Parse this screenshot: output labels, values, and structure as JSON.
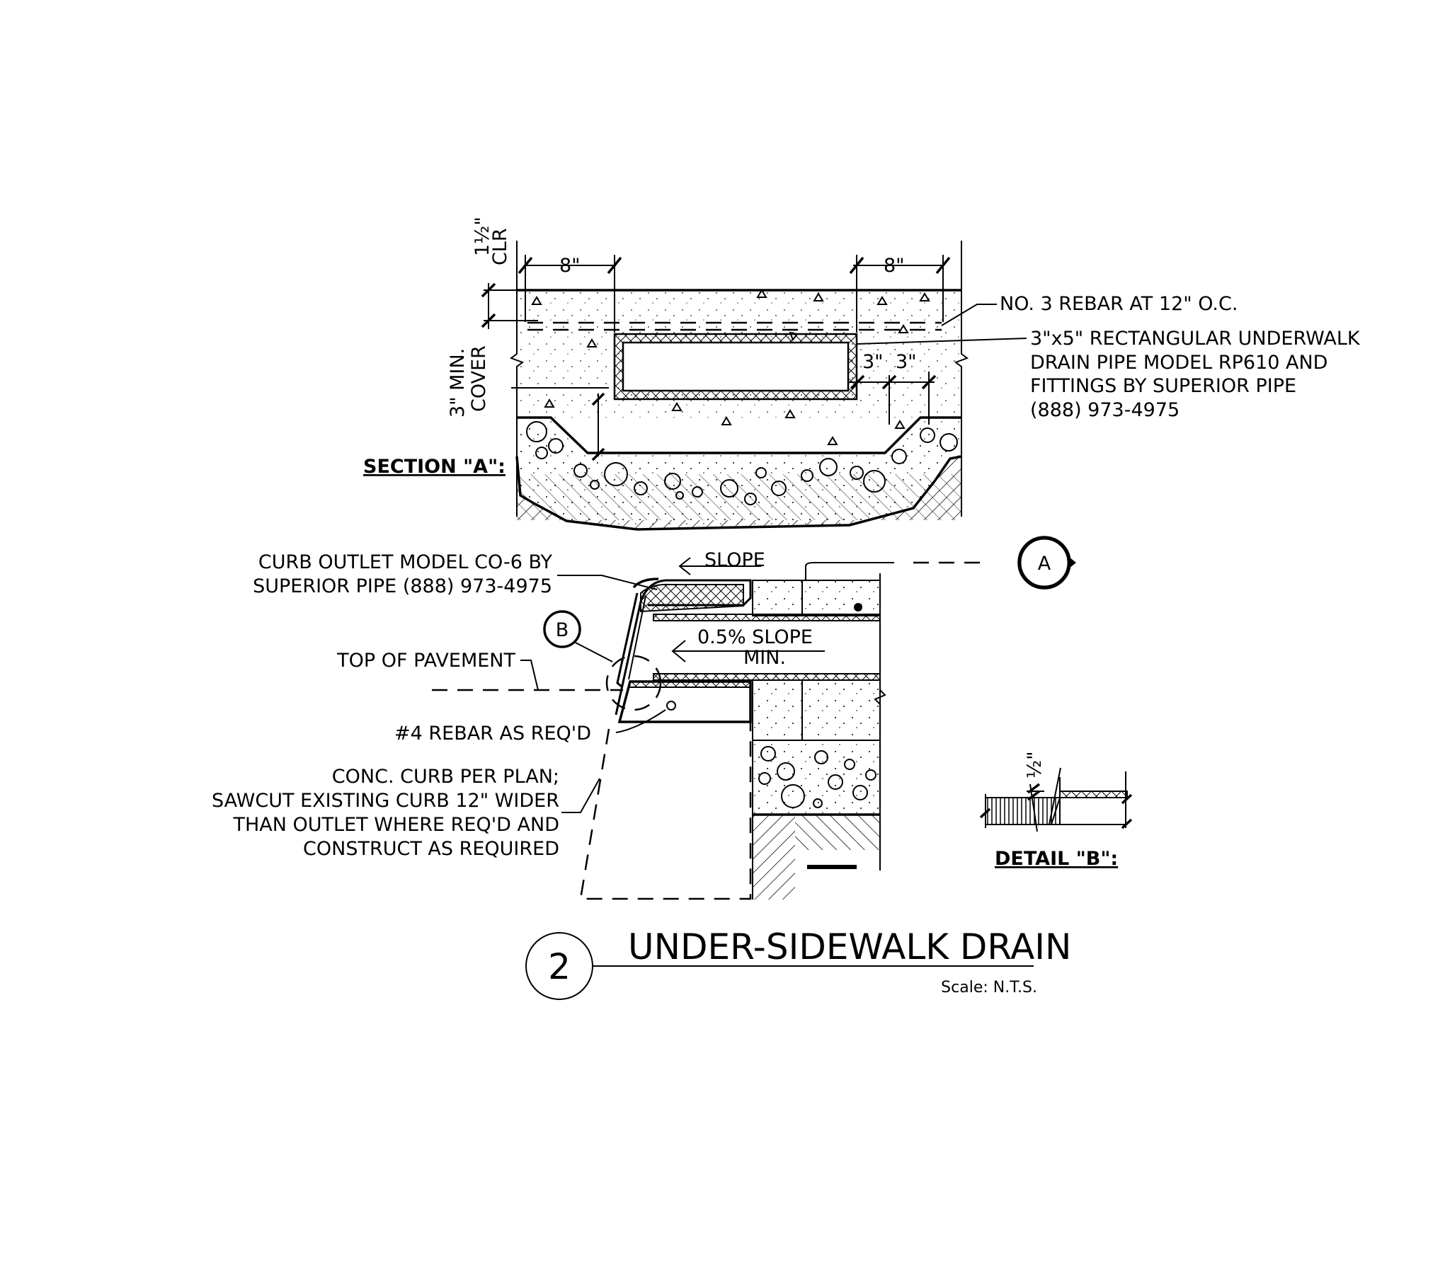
{
  "title": {
    "detail_number": "2",
    "name": "UNDER-SIDEWALK DRAIN",
    "scale": "Scale: N.T.S."
  },
  "section_a": {
    "heading": "SECTION \"A\":",
    "dim_left_top": "8\"",
    "dim_right_top": "8\"",
    "clear_dim_fraction": "1½\"",
    "clear_dim_label": "CLR",
    "cover_label_line1": "3\" MIN.",
    "cover_label_line2": "COVER",
    "dim_3a": "3\"",
    "dim_3b": "3\"",
    "rebar_note": "NO. 3 REBAR AT 12\" O.C.",
    "pipe_note": [
      "3\"x5\" RECTANGULAR UNDERWALK",
      "DRAIN PIPE MODEL RP610 AND",
      "FITTINGS BY SUPERIOR PIPE",
      "(888) 973-4975"
    ]
  },
  "elevation": {
    "curb_outlet_note": [
      "CURB OUTLET MODEL CO-6 BY",
      "SUPERIOR PIPE (888) 973-4975"
    ],
    "slope_top": "SLOPE",
    "slope_main_1": "0.5% SLOPE",
    "slope_main_2": "MIN.",
    "section_marker": "A",
    "detail_marker": "B",
    "pavement_label": "TOP OF PAVEMENT",
    "rebar_label": "#4 REBAR AS REQ'D",
    "curb_note": [
      "CONC. CURB PER PLAN;",
      "SAWCUT EXISTING CURB 12\" WIDER",
      "THAN OUTLET WHERE REQ'D AND",
      "CONSTRUCT AS REQUIRED"
    ]
  },
  "detail_b": {
    "heading": "DETAIL \"B\":",
    "dim": "½\""
  }
}
